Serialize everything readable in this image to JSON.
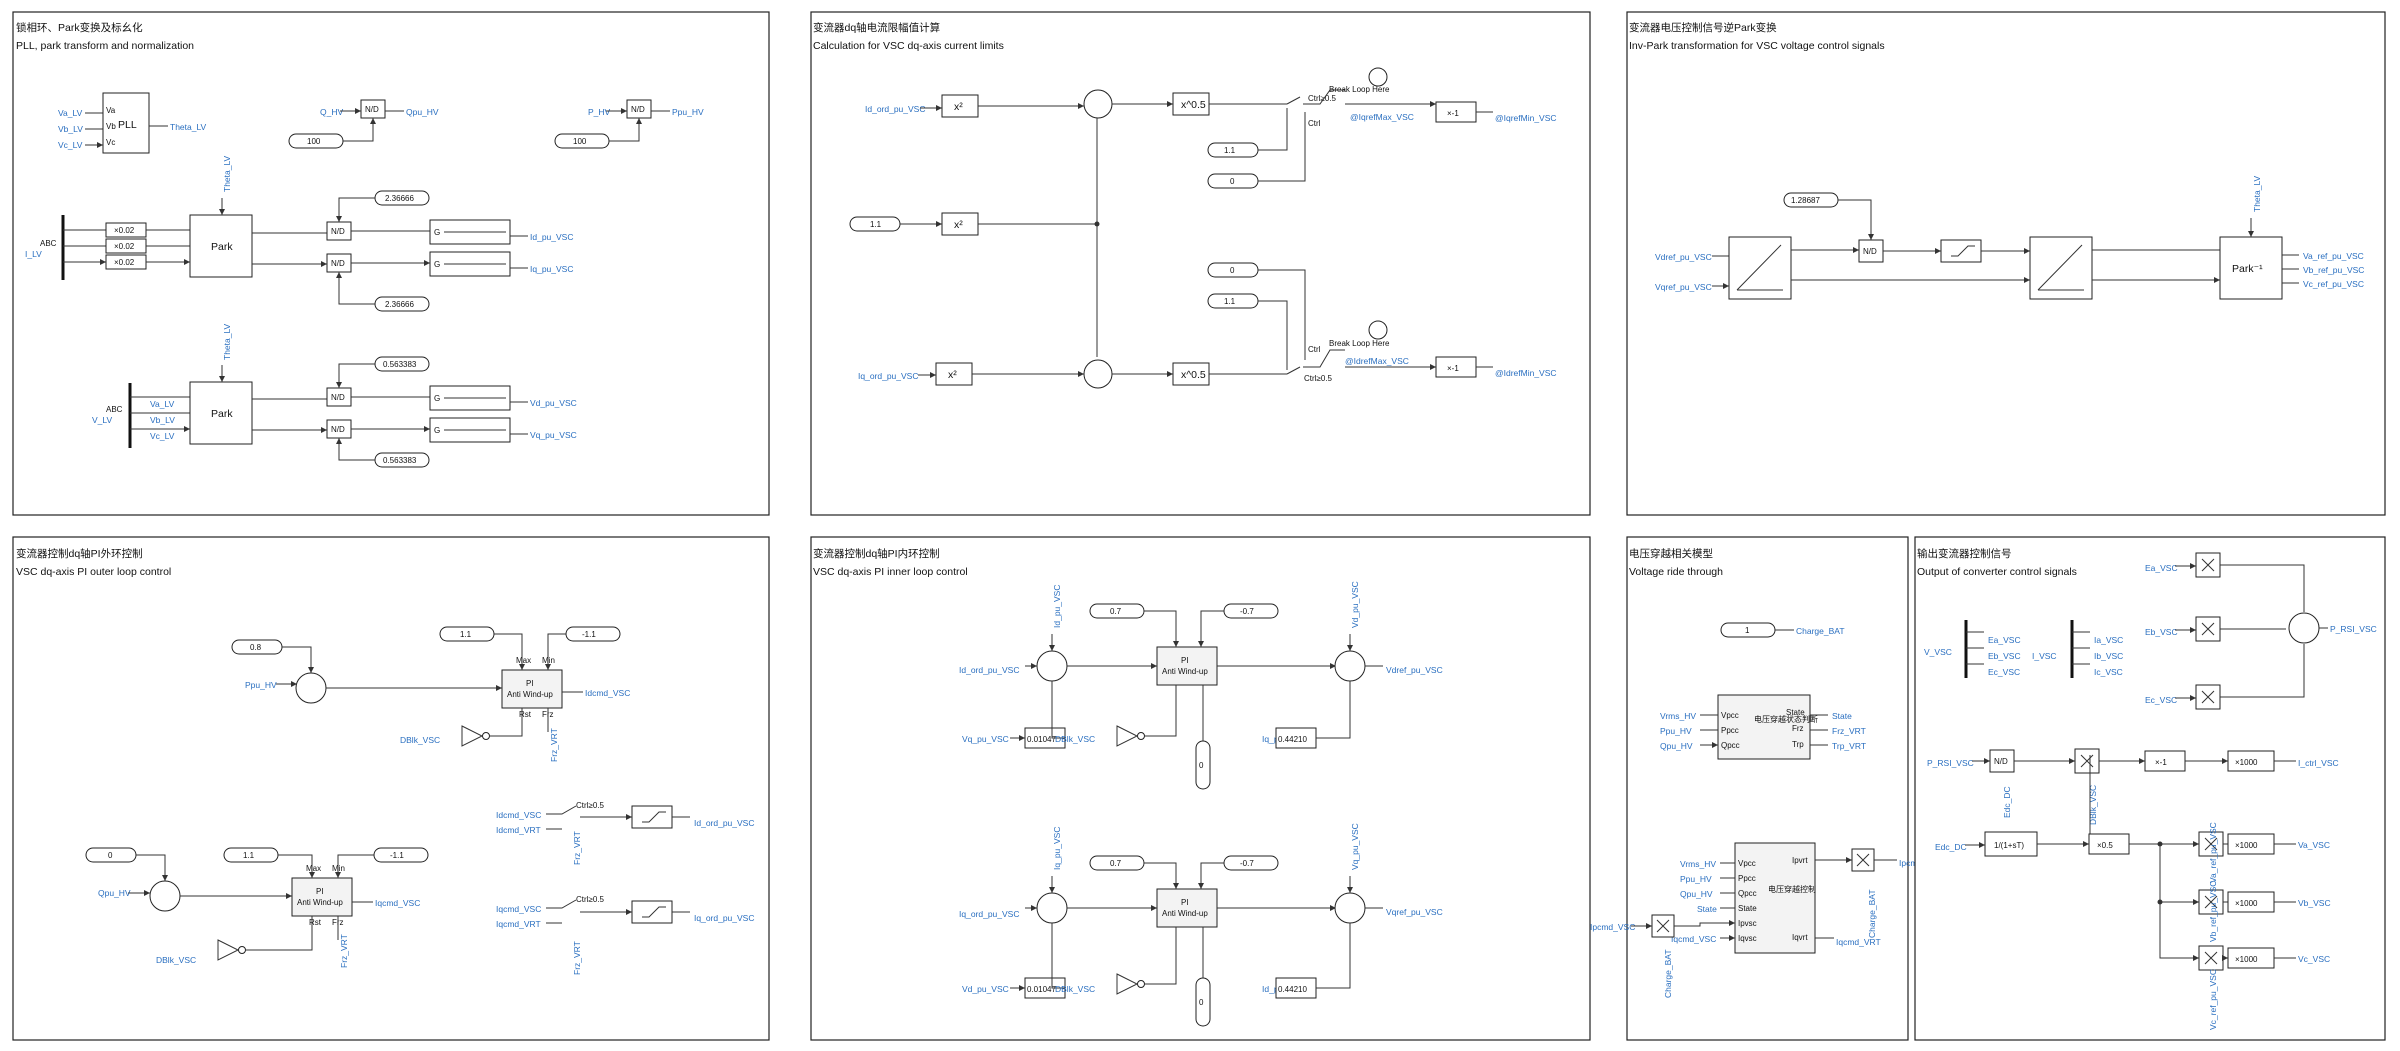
{
  "panels": {
    "pll": {
      "title_cn": "锁相环、Park变换及标幺化",
      "title_en": "PLL, park transform and normalization"
    },
    "limits": {
      "title_cn": "变流器dq轴电流限幅值计算",
      "title_en": "Calculation for VSC dq-axis current limits"
    },
    "invpark": {
      "title_cn": "变流器电压控制信号逆Park变换",
      "title_en": "Inv-Park transformation for VSC voltage control signals"
    },
    "outer": {
      "title_cn": "变流器控制dq轴PI外环控制",
      "title_en": "VSC dq-axis PI outer loop control"
    },
    "inner": {
      "title_cn": "变流器控制dq轴PI内环控制",
      "title_en": "VSC dq-axis PI inner loop control"
    },
    "vrt": {
      "title_cn": "电压穿越相关模型",
      "title_en": "Voltage ride through"
    },
    "output": {
      "title_cn": "输出变流器控制信号",
      "title_en": "Output of converter control signals"
    }
  },
  "pll": {
    "in_va": "Va_LV",
    "in_vb": "Vb_LV",
    "in_vc": "Vc_LV",
    "pll_block": "PLL",
    "port_va": "Va",
    "port_vb": "Vb",
    "port_vc": "Vc",
    "out_theta": "Theta_LV",
    "q_hv": "Q_HV",
    "nd": "N/D",
    "qpu_hv": "Qpu_HV",
    "const_100": "100",
    "p_hv": "P_HV",
    "ppu_hv": "Ppu_HV",
    "i_lv": "I_LV",
    "v_lv": "V_LV",
    "abc": "ABC",
    "gain_002": "×0.02",
    "park": "Park",
    "theta_lbl": "Theta_LV",
    "const_i": "2.36666",
    "const_v": "0.563383",
    "id_pu": "Id_pu_VSC",
    "iq_pu": "Iq_pu_VSC",
    "va_lv": "Va_LV",
    "vb_lv": "Vb_LV",
    "vc_lv": "Vc_LV",
    "vd_pu": "Vd_pu_VSC",
    "vq_pu": "Vq_pu_VSC",
    "filter_g": "G"
  },
  "limits": {
    "id_ord": "Id_ord_pu_VSC",
    "iq_ord": "Iq_ord_pu_VSC",
    "x2": "x²",
    "x05": "x^0.5",
    "c11": "1.1",
    "c0": "0",
    "neg1": "×-1",
    "brk": "Break Loop Here",
    "id_max": "@IdrefMax_VSC",
    "id_min": "@IdrefMin_VSC",
    "iq_max": "@IqrefMax_VSC",
    "iq_min": "@IqrefMin_VSC",
    "ctrl1": "Ctrl≥0.5",
    "ctrl2": "Ctrl"
  },
  "invpark": {
    "c_gain": "1.28687",
    "vdref": "Vdref_pu_VSC",
    "vqref": "Vqref_pu_VSC",
    "park_inv": "Park⁻¹",
    "theta": "Theta_LV",
    "va_ref": "Va_ref_pu_VSC",
    "vb_ref": "Vb_ref_pu_VSC",
    "vc_ref": "Vc_ref_pu_VSC",
    "nd": "N/D"
  },
  "outer": {
    "c08": "0.8",
    "c11": "1.1",
    "cn11": "-1.1",
    "c0": "0",
    "ppu_hv": "Ppu_HV",
    "qpu_hv": "Qpu_HV",
    "pi": "PI",
    "antiwind": "Anti Wind-up",
    "max": "Max",
    "min": "Min",
    "rst": "Rst",
    "frz": "Frz",
    "dblk": "DBlk_VSC",
    "frz_vrt": "Frz_VRT",
    "idcmd": "Idcmd_VSC",
    "iqcmd": "Iqcmd_VSC",
    "idcmd_vrt": "Idcmd_VRT",
    "iqcmd_vrt": "Iqcmd_VRT",
    "idord": "Id_ord_pu_VSC",
    "iqord": "Iq_ord_pu_VSC",
    "ctrl": "Ctrl≥0.5"
  },
  "inner": {
    "c07": "0.7",
    "cn07": "-0.7",
    "gain1": "0.01047",
    "gain2": "0.44210",
    "id_ord": "Id_ord_pu_VSC",
    "iq_ord": "Iq_ord_pu_VSC",
    "id_pu": "Id_pu_VSC",
    "iq_pu": "Iq_pu_VSC",
    "vd_pu": "Vd_pu_VSC",
    "vq_pu": "Vq_pu_VSC",
    "vq_in": "Vq_pu_VSC",
    "vd_in": "Vd_pu_VSC",
    "vdref": "Vdref_pu_VSC",
    "vqref": "Vqref_pu_VSC",
    "dblk": "DBlk_VSC",
    "pi": "PI",
    "antiwind": "Anti Wind-up",
    "zero": "0"
  },
  "vrt": {
    "c1": "1",
    "charge": "Charge_BAT",
    "judge": "电压穿越状态判断",
    "ctrl": "电压穿越控制",
    "vrms": "Vrms_HV",
    "ppu": "Ppu_HV",
    "qpu": "Qpu_HV",
    "p_vpcc": "Vpcc",
    "p_ppcc": "Ppcc",
    "p_qpcc": "Qpcc",
    "p_state": "State",
    "p_ipvsc": "Ipvsc",
    "p_iqvsc": "Iqvsc",
    "o_state": "State",
    "o_frz": "Frz",
    "o_trp": "Trp",
    "o_ipvrt": "Ipvrt",
    "o_iqvrt": "Iqvrt",
    "s_state": "State",
    "frz_vrt": "Frz_VRT",
    "trp_vrt": "Trp_VRT",
    "ipcmd": "Ipcmd_VSC",
    "iqcmd": "Iqcmd_VSC",
    "ipcmd_vrt": "Ipcmd_VRT",
    "iqcmd_vrt": "Iqcmd_VRT",
    "charge_bat": "Charge_BAT"
  },
  "output": {
    "v_vsc": "V_VSC",
    "i_vsc": "I_VSC",
    "ea": "Ea_VSC",
    "eb": "Eb_VSC",
    "ec": "Ec_VSC",
    "ia": "Ia_VSC",
    "ib": "Ib_VSC",
    "ic": "Ic_VSC",
    "p_rsi": "P_RSI_VSC",
    "edc": "Edc_DC",
    "dblk": "DBlk_VSC",
    "nd": "N/D",
    "neg1": "×-1",
    "k1000": "×1000",
    "k05": "×0.5",
    "i_ctrl": "I_ctrl_VSC",
    "va": "Va_VSC",
    "vb": "Vb_VSC",
    "vc": "Vc_VSC",
    "va_ref": "Va_ref_pu_VSC",
    "vb_ref": "Vb_ref_pu_VSC",
    "vc_ref": "Vc_ref_pu_VSC",
    "lag": "1/(1+sT)"
  }
}
